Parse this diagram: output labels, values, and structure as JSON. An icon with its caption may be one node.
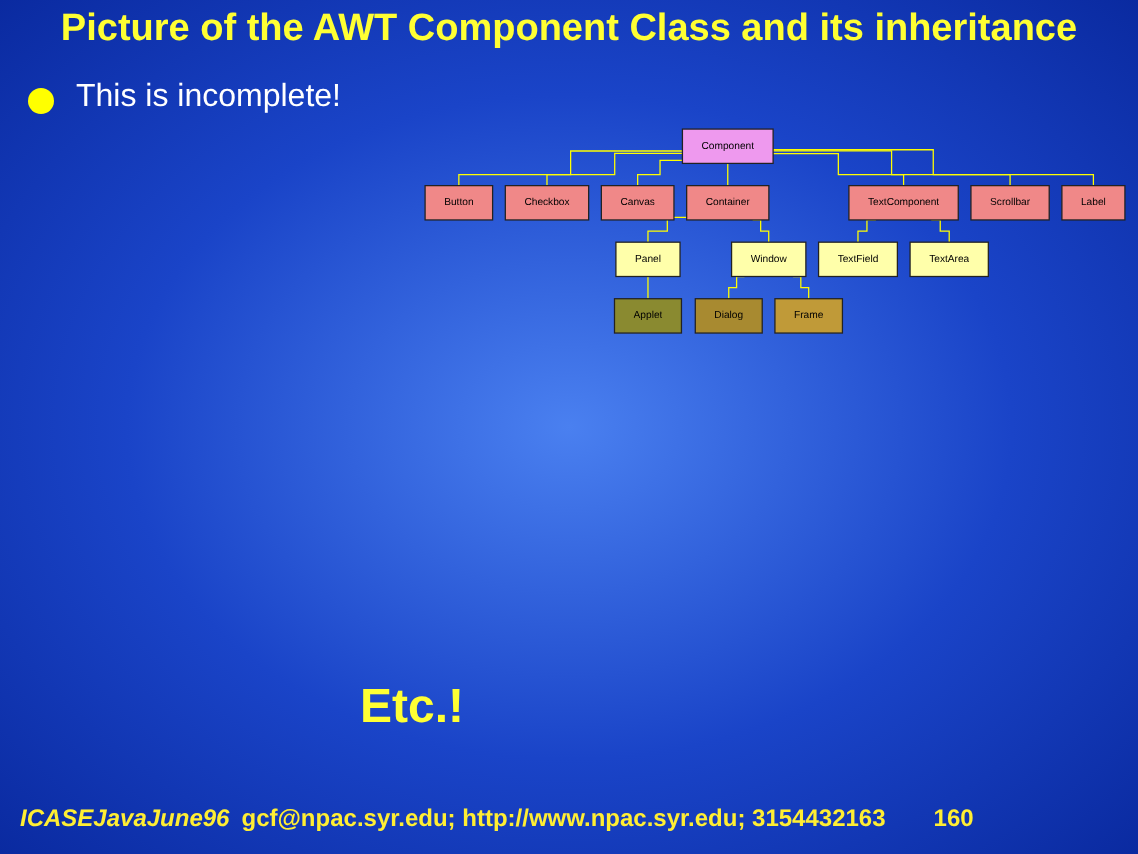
{
  "diagram": {
    "title": "Picture of the AWT Component Class and its inheritance",
    "nodes": [
      {
        "text": [
          "Component"
        ]
      },
      {
        "text": [
          "Button"
        ]
      },
      {
        "text": [
          "Checkbox"
        ]
      },
      {
        "text": [
          "Canvas"
        ]
      },
      {
        "text": [
          "Container"
        ]
      },
      {
        "text": [
          "TextComponent"
        ]
      },
      {
        "text": [
          "Panel"
        ]
      },
      {
        "text": [
          "Window"
        ]
      },
      {
        "text": [
          "TextField"
        ]
      },
      {
        "text": [
          "TextArea"
        ]
      },
      {
        "text": [
          "Applet"
        ]
      },
      {
        "text": [
          "Scrollbar"
        ]
      },
      {
        "text": [
          "Label"
        ]
      },
      {
        "text": [
          "Dialog"
        ]
      },
      {
        "text": [
          "Frame"
        ]
      }
    ],
    "edges": [
      {
        "from": 0,
        "to": 1,
        "arrow": "none"
      },
      {
        "from": 0,
        "to": 2,
        "arrow": "none"
      },
      {
        "from": 0,
        "to": 3,
        "arrow": "none"
      },
      {
        "from": 0,
        "to": 4,
        "arrow": "none"
      },
      {
        "from": 0,
        "to": 5,
        "arrow": "none"
      },
      {
        "from": 0,
        "to": 11,
        "arrow": "none"
      },
      {
        "from": 0,
        "to": 12,
        "arrow": "none"
      },
      {
        "from": 4,
        "to": 6,
        "arrow": "none"
      },
      {
        "from": 4,
        "to": 7,
        "arrow": "none"
      },
      {
        "from": 5,
        "to": 8,
        "arrow": "none"
      },
      {
        "from": 5,
        "to": 9,
        "arrow": "none"
      },
      {
        "from": 6,
        "to": 10,
        "arrow": "none"
      },
      {
        "from": 7,
        "to": 13,
        "arrow": "none"
      },
      {
        "from": 7,
        "to": 14,
        "arrow": "none"
      }
    ],
    "labels": [
      "This is incomplete!",
      "Etc.!",
      "ICASEJavaJune96",
      "gcf@npac.syr.edu; http://www.npac.syr.edu; 3154432163",
      "160"
    ]
  }
}
